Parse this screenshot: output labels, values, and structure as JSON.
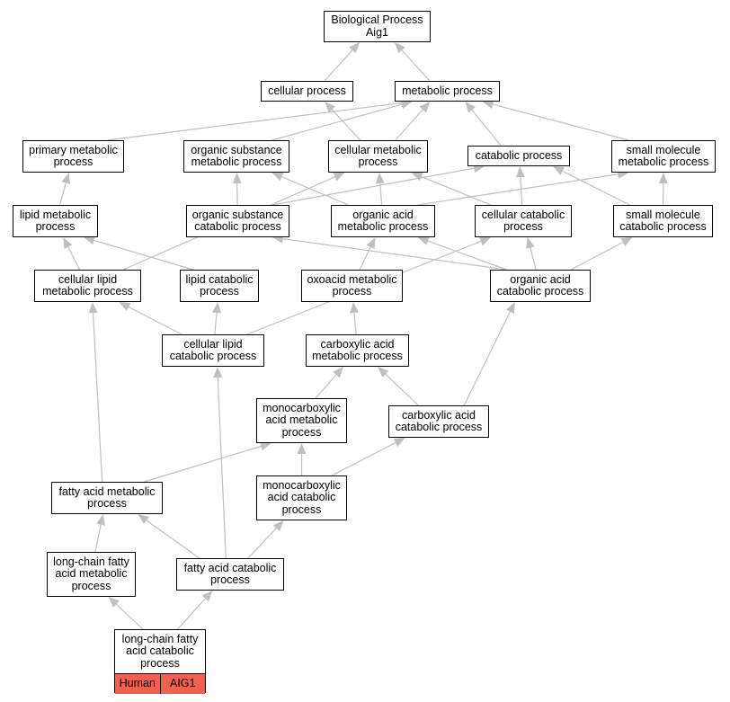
{
  "diagram": {
    "edge_color": "#bfbfbf",
    "highlight_color": "#f26150",
    "root": {
      "id": "root",
      "label": "Biological Process\nAig1"
    },
    "nodes": [
      {
        "id": "cellular",
        "label": "cellular process"
      },
      {
        "id": "metabolic",
        "label": "metabolic process"
      },
      {
        "id": "primary",
        "label": "primary metabolic\nprocess"
      },
      {
        "id": "orgsub",
        "label": "organic substance\nmetabolic process"
      },
      {
        "id": "cellmet",
        "label": "cellular metabolic\nprocess"
      },
      {
        "id": "catabolic",
        "label": "catabolic process"
      },
      {
        "id": "smallmol",
        "label": "small molecule\nmetabolic process"
      },
      {
        "id": "lipidmet",
        "label": "lipid metabolic\nprocess"
      },
      {
        "id": "orgsubcat",
        "label": "organic substance\ncatabolic process"
      },
      {
        "id": "orgacid",
        "label": "organic acid\nmetabolic process"
      },
      {
        "id": "cellcat",
        "label": "cellular catabolic\nprocess"
      },
      {
        "id": "smallmolcat",
        "label": "small molecule\ncatabolic process"
      },
      {
        "id": "celllipid",
        "label": "cellular lipid\nmetabolic process"
      },
      {
        "id": "lipidcat",
        "label": "lipid catabolic\nprocess"
      },
      {
        "id": "oxoacid",
        "label": "oxoacid metabolic\nprocess"
      },
      {
        "id": "orgacidcat",
        "label": "organic acid\ncatabolic process"
      },
      {
        "id": "celllipidcat",
        "label": "cellular lipid\ncatabolic process"
      },
      {
        "id": "carbmet",
        "label": "carboxylic acid\nmetabolic process"
      },
      {
        "id": "monomet",
        "label": "monocarboxylic\nacid metabolic\nprocess"
      },
      {
        "id": "carbcat",
        "label": "carboxylic acid\ncatabolic process"
      },
      {
        "id": "fattymet",
        "label": "fatty acid metabolic\nprocess"
      },
      {
        "id": "monocat",
        "label": "monocarboxylic\nacid catabolic\nprocess"
      },
      {
        "id": "lcfamet",
        "label": "long-chain fatty\nacid metabolic\nprocess"
      },
      {
        "id": "fattycat",
        "label": "fatty acid catabolic\nprocess"
      }
    ],
    "query": {
      "id": "query",
      "label": "long-chain fatty\nacid catabolic\nprocess",
      "species": "Human",
      "gene": "AIG1"
    },
    "edges": [
      [
        "cellular",
        "root"
      ],
      [
        "metabolic",
        "root"
      ],
      [
        "cellmet",
        "cellular"
      ],
      [
        "cellmet",
        "metabolic"
      ],
      [
        "primary",
        "metabolic"
      ],
      [
        "orgsub",
        "metabolic"
      ],
      [
        "catabolic",
        "metabolic"
      ],
      [
        "smallmol",
        "metabolic"
      ],
      [
        "lipidmet",
        "primary"
      ],
      [
        "orgsubcat",
        "orgsub"
      ],
      [
        "orgsubcat",
        "catabolic"
      ],
      [
        "orgacid",
        "orgsub"
      ],
      [
        "orgacid",
        "cellmet"
      ],
      [
        "orgacid",
        "smallmol"
      ],
      [
        "cellcat",
        "cellmet"
      ],
      [
        "cellcat",
        "catabolic"
      ],
      [
        "smallmolcat",
        "smallmol"
      ],
      [
        "smallmolcat",
        "catabolic"
      ],
      [
        "celllipid",
        "lipidmet"
      ],
      [
        "celllipid",
        "cellmet"
      ],
      [
        "lipidcat",
        "lipidmet"
      ],
      [
        "oxoacid",
        "orgacid"
      ],
      [
        "orgacidcat",
        "orgacid"
      ],
      [
        "orgacidcat",
        "orgsubcat"
      ],
      [
        "orgacidcat",
        "cellcat"
      ],
      [
        "orgacidcat",
        "smallmolcat"
      ],
      [
        "celllipidcat",
        "celllipid"
      ],
      [
        "celllipidcat",
        "lipidcat"
      ],
      [
        "celllipidcat",
        "cellcat"
      ],
      [
        "carbmet",
        "oxoacid"
      ],
      [
        "monomet",
        "carbmet"
      ],
      [
        "carbcat",
        "carbmet"
      ],
      [
        "carbcat",
        "orgacidcat"
      ],
      [
        "fattymet",
        "celllipid"
      ],
      [
        "fattymet",
        "monomet"
      ],
      [
        "monocat",
        "monomet"
      ],
      [
        "monocat",
        "carbcat"
      ],
      [
        "lcfamet",
        "fattymet"
      ],
      [
        "fattycat",
        "fattymet"
      ],
      [
        "fattycat",
        "celllipidcat"
      ],
      [
        "fattycat",
        "monocat"
      ],
      [
        "query",
        "lcfamet"
      ],
      [
        "query",
        "fattycat"
      ]
    ]
  }
}
